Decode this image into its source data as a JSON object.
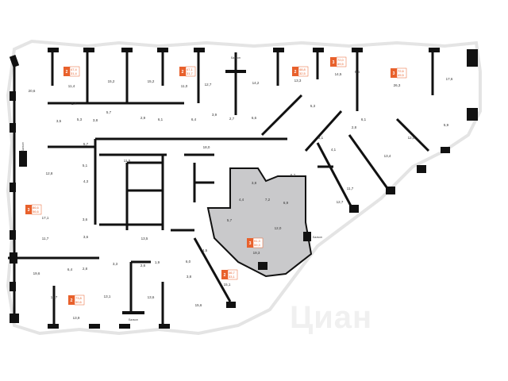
{
  "watermark": "Циан",
  "colors": {
    "accent": "#e8612c",
    "wall": "#111111",
    "highlight": "#c9c9cb",
    "outline": "#e4e4e4"
  },
  "balcony_label": "Балкон",
  "apartments": [
    {
      "id": "apt-1",
      "rooms": "2",
      "area": "47,4",
      "living": "31,4"
    },
    {
      "id": "apt-2",
      "rooms": "2",
      "area": "47,1",
      "living": "31,7"
    },
    {
      "id": "apt-3",
      "rooms": "2",
      "area": "48,8",
      "living": "32,5"
    },
    {
      "id": "apt-4",
      "rooms": "3",
      "area": "72,6",
      "living": "49,5"
    },
    {
      "id": "apt-5",
      "rooms": "3",
      "area": "72,0",
      "living": "49,5"
    },
    {
      "id": "apt-6",
      "rooms": "3",
      "area": "86,6",
      "living": "56,6"
    },
    {
      "id": "apt-7",
      "rooms": "2",
      "area": "73,8",
      "living": "50,6"
    },
    {
      "id": "apt-selected",
      "rooms": "3",
      "area": "91,3",
      "living": "59,3"
    },
    {
      "id": "apt-9",
      "rooms": "2",
      "area": "46,7",
      "living": "33,1"
    }
  ],
  "rooms": [
    {
      "label": "20,6"
    },
    {
      "label": "11,4"
    },
    {
      "label": "15,2"
    },
    {
      "label": "15,2"
    },
    {
      "label": "11,0"
    },
    {
      "label": "12,7"
    },
    {
      "label": "14,2"
    },
    {
      "label": "13,3"
    },
    {
      "label": "14,5"
    },
    {
      "label": "6,6"
    },
    {
      "label": "26,3"
    },
    {
      "label": "17,6"
    },
    {
      "label": "5,4"
    },
    {
      "label": "3,5"
    },
    {
      "label": "5,3"
    },
    {
      "label": "3,8"
    },
    {
      "label": "2,9"
    },
    {
      "label": "6,1"
    },
    {
      "label": "6,4"
    },
    {
      "label": "3,9"
    },
    {
      "label": "2,7"
    },
    {
      "label": "6,6"
    },
    {
      "label": "5,7"
    },
    {
      "label": "11,5"
    },
    {
      "label": "5,7"
    },
    {
      "label": "18,0"
    },
    {
      "label": "5,1"
    },
    {
      "label": "4,3"
    },
    {
      "label": "3,6"
    },
    {
      "label": "12,8"
    },
    {
      "label": "17,1"
    },
    {
      "label": "11,7"
    },
    {
      "label": "13,5"
    },
    {
      "label": "3,6"
    },
    {
      "label": "11,7"
    },
    {
      "label": "6,4"
    },
    {
      "label": "2,8"
    },
    {
      "label": "19,6"
    },
    {
      "label": "13,9"
    },
    {
      "label": "13,1"
    },
    {
      "label": "3,3"
    },
    {
      "label": "2,6"
    },
    {
      "label": "1,9"
    },
    {
      "label": "13,6"
    },
    {
      "label": "6,0"
    },
    {
      "label": "3,8"
    },
    {
      "label": "15,6"
    },
    {
      "label": "15,1"
    },
    {
      "label": "4,5"
    },
    {
      "label": "5,7"
    },
    {
      "label": "4,4"
    },
    {
      "label": "3,8"
    },
    {
      "label": "7,2"
    },
    {
      "label": "6,9"
    },
    {
      "label": "6,2"
    },
    {
      "label": "12,0"
    },
    {
      "label": "19,3"
    },
    {
      "label": "12,7"
    },
    {
      "label": "11,7"
    },
    {
      "label": "4,1"
    },
    {
      "label": "2,8"
    },
    {
      "label": "6,1"
    },
    {
      "label": "13,4"
    },
    {
      "label": "12,0"
    },
    {
      "label": "5,9"
    },
    {
      "label": "5,3"
    },
    {
      "label": "8,1"
    }
  ]
}
